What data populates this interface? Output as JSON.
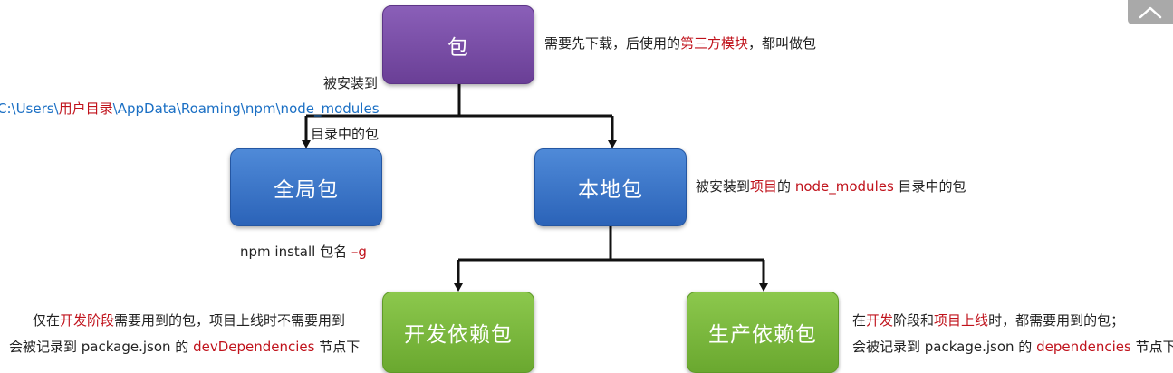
{
  "nodes": {
    "package": "包",
    "global": "全局包",
    "local": "本地包",
    "dev": "开发依赖包",
    "prod": "生产依赖包"
  },
  "notes": {
    "package_desc": {
      "a": "需要先下载，后使用的",
      "b": "第三方模块",
      "c": "，都叫做包"
    },
    "installed_to": "被安装到",
    "global_path": {
      "a": "C:\\Users\\",
      "b": "用户目录",
      "c": "\\AppData\\Roaming\\npm\\node_modules"
    },
    "in_dir": "目录中的包",
    "local_desc": {
      "a": "被安装到",
      "b": "项目",
      "c": "的 ",
      "d": "node_modules",
      "e": " 目录中的包"
    },
    "global_cmd": {
      "a": "npm install 包名 ",
      "b": "–g"
    },
    "dev_line1": {
      "a": "仅在",
      "b": "开发阶段",
      "c": "需要用到的包，项目上线时不需要用到"
    },
    "dev_line2": {
      "a": "会被记录到 package.json 的 ",
      "b": "devDependencies",
      "c": " 节点下"
    },
    "prod_line1": {
      "a": "在",
      "b": "开发",
      "c": "阶段和",
      "d": "项目上线",
      "e": "时，都需要用到的包；"
    },
    "prod_line2": {
      "a": "会被记录到 package.json 的 ",
      "b": "dependencies",
      "c": " 节点下"
    }
  },
  "colors": {
    "highlight": "#c0121b",
    "path": "#1a6fc4"
  },
  "icons": {
    "scroll_top": "chevron-up-icon"
  }
}
